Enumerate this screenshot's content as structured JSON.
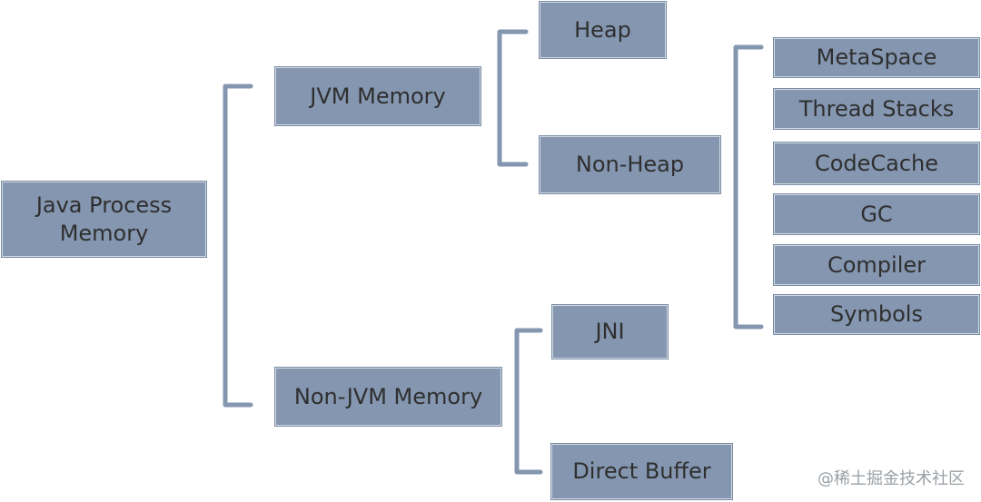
{
  "nodes": {
    "root": {
      "line1": "Java Process",
      "line2": "Memory"
    },
    "jvm_memory": "JVM Memory",
    "non_jvm_memory": "Non-JVM Memory",
    "heap": "Heap",
    "non_heap": "Non-Heap",
    "metaspace": "MetaSpace",
    "thread_stacks": "Thread Stacks",
    "codecache": "CodeCache",
    "gc": "GC",
    "compiler": "Compiler",
    "symbols": "Symbols",
    "jni": "JNI",
    "direct_buffer": "Direct Buffer"
  },
  "watermark": "@稀土掘金技术社区",
  "colors": {
    "box_fill": "#8496b0",
    "connector": "#8496b0",
    "text": "#2f2f2f"
  }
}
